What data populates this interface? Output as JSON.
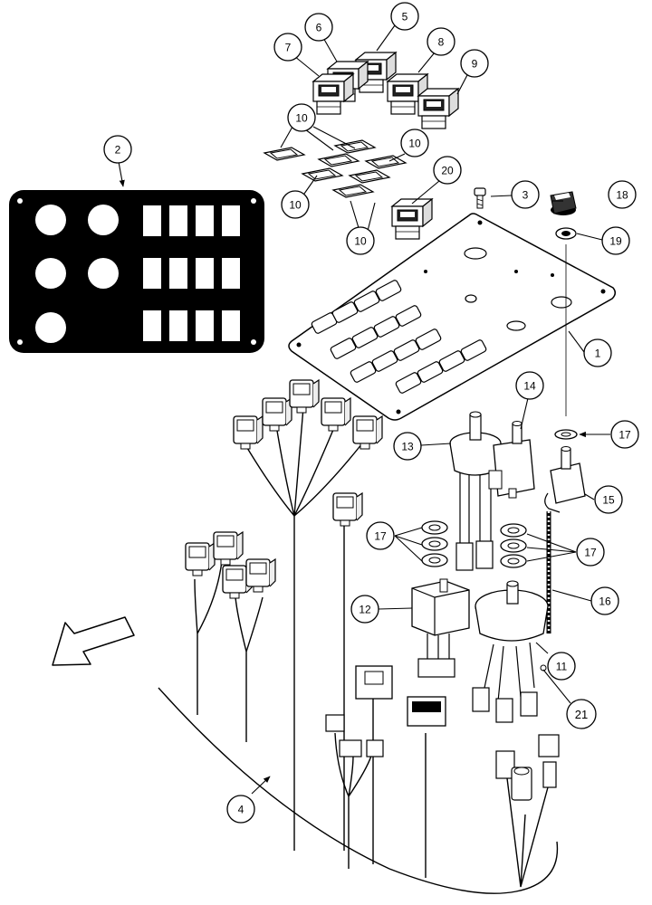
{
  "diagram": {
    "stroke_color": "#000000",
    "fill_color": "#000000",
    "background": "#ffffff",
    "callouts": [
      {
        "id": "c1",
        "label": "1"
      },
      {
        "id": "c2",
        "label": "2"
      },
      {
        "id": "c3",
        "label": "3"
      },
      {
        "id": "c4",
        "label": "4"
      },
      {
        "id": "c5",
        "label": "5"
      },
      {
        "id": "c6",
        "label": "6"
      },
      {
        "id": "c7",
        "label": "7"
      },
      {
        "id": "c8",
        "label": "8"
      },
      {
        "id": "c9",
        "label": "9"
      },
      {
        "id": "c10a",
        "label": "10"
      },
      {
        "id": "c10b",
        "label": "10"
      },
      {
        "id": "c10c",
        "label": "10"
      },
      {
        "id": "c10d",
        "label": "10"
      },
      {
        "id": "c11",
        "label": "11"
      },
      {
        "id": "c12",
        "label": "12"
      },
      {
        "id": "c13",
        "label": "13"
      },
      {
        "id": "c14",
        "label": "14"
      },
      {
        "id": "c15",
        "label": "15"
      },
      {
        "id": "c16",
        "label": "16"
      },
      {
        "id": "c17a",
        "label": "17"
      },
      {
        "id": "c17b",
        "label": "17"
      },
      {
        "id": "c17c",
        "label": "17"
      },
      {
        "id": "c18",
        "label": "18"
      },
      {
        "id": "c19",
        "label": "19"
      },
      {
        "id": "c20",
        "label": "20"
      },
      {
        "id": "c21",
        "label": "21"
      }
    ]
  }
}
